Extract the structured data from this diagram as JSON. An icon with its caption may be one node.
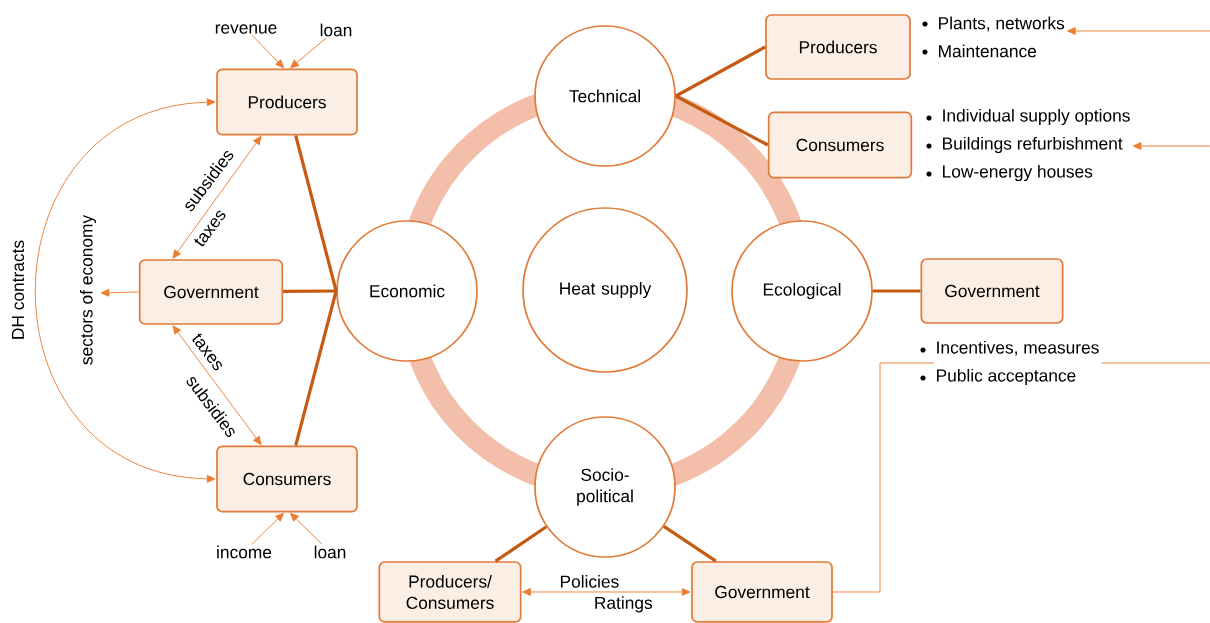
{
  "diagram": {
    "nodes": [
      {
        "text": [
          "Producers"
        ]
      },
      {
        "text": [
          "revenue"
        ]
      },
      {
        "text": [
          "loan"
        ]
      },
      {
        "text": [
          "Government"
        ]
      },
      {
        "text": [
          "Consumers"
        ]
      },
      {
        "text": [
          "income"
        ]
      },
      {
        "text": [
          "loan"
        ]
      },
      {
        "text": [
          "Technical"
        ]
      },
      {
        "text": [
          "Economic"
        ]
      },
      {
        "text": [
          "Heat supply"
        ]
      },
      {
        "text": [
          "Ecological"
        ]
      },
      {
        "text": [
          "Socio-political"
        ]
      },
      {
        "text": [
          "Producers"
        ]
      },
      {
        "text": [
          "Consumers"
        ]
      },
      {
        "text": [
          "Government"
        ]
      },
      {
        "text": [
          "Producers/ Consumers"
        ]
      },
      {
        "text": [
          "Government"
        ]
      },
      {
        "text": [
          "Plants, networks",
          "Maintenance"
        ]
      },
      {
        "text": [
          "Individual supply options",
          "Buildings refurbishment",
          "Low-energy houses"
        ]
      },
      {
        "text": [
          "Incentives, measures",
          "Public acceptance"
        ]
      }
    ],
    "edges": [
      {
        "from": 1,
        "to": 0,
        "arrow": "to"
      },
      {
        "from": 2,
        "to": 0,
        "arrow": "to"
      },
      {
        "from": 3,
        "to": 0,
        "arrow": "both",
        "label": "subsidies"
      },
      {
        "from": 3,
        "to": 4,
        "arrow": "both",
        "label": "taxes"
      },
      {
        "from": 0,
        "to": 4,
        "arrow": "both",
        "label": "DH contracts"
      },
      {
        "from": 3,
        "to": null,
        "arrow": "to",
        "label": "sectors of economy"
      },
      {
        "from": 5,
        "to": 4,
        "arrow": "to"
      },
      {
        "from": 6,
        "to": 4,
        "arrow": "to"
      },
      {
        "from": 0,
        "to": 8,
        "arrow": "none",
        "style": "thick",
        "color": "#c55a11"
      },
      {
        "from": 3,
        "to": 8,
        "arrow": "none",
        "style": "thick",
        "color": "#c55a11"
      },
      {
        "from": 4,
        "to": 8,
        "arrow": "none",
        "style": "thick",
        "color": "#c55a11"
      },
      {
        "from": 7,
        "to": 12,
        "arrow": "none",
        "style": "thick",
        "color": "#c55a11"
      },
      {
        "from": 7,
        "to": 13,
        "arrow": "none",
        "style": "thick",
        "color": "#c55a11"
      },
      {
        "from": 10,
        "to": 14,
        "arrow": "none",
        "style": "thick",
        "color": "#c55a11"
      },
      {
        "from": 11,
        "to": 15,
        "arrow": "none",
        "style": "thick",
        "color": "#c55a11"
      },
      {
        "from": 11,
        "to": 16,
        "arrow": "none",
        "style": "thick",
        "color": "#c55a11"
      },
      {
        "from": 15,
        "to": 16,
        "arrow": "both",
        "label": "Policies"
      },
      {
        "from": 16,
        "to": 19,
        "arrow": "none"
      },
      {
        "from": 19,
        "to": null,
        "arrow": "none"
      },
      {
        "from": null,
        "to": 17,
        "arrow": "to"
      },
      {
        "from": null,
        "to": 18,
        "arrow": "to"
      }
    ],
    "labels": [
      "taxes",
      "subsidies",
      "Ratings"
    ]
  }
}
